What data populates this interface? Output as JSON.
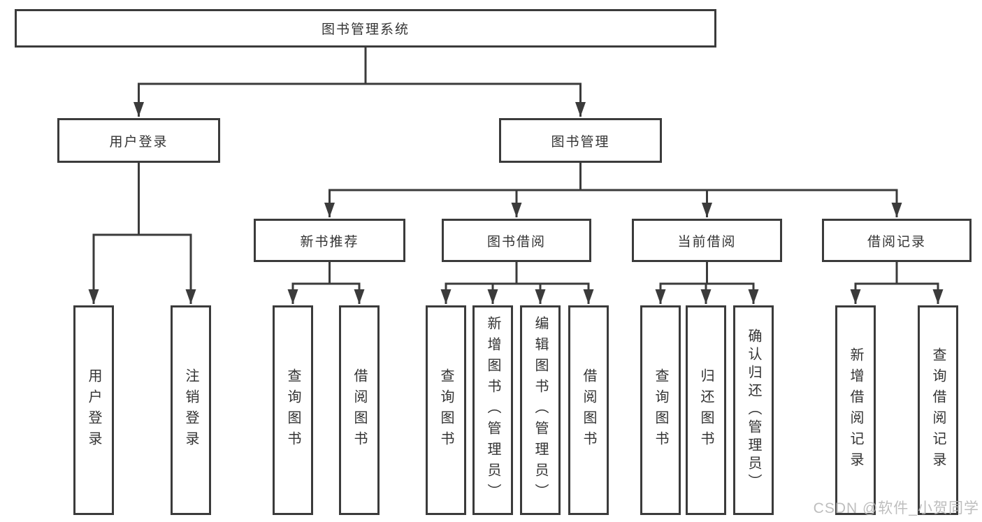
{
  "diagram": {
    "root": {
      "label": "图书管理系统"
    },
    "level2": [
      {
        "label": "用户登录"
      },
      {
        "label": "图书管理"
      }
    ],
    "level3": [
      {
        "label": "新书推荐"
      },
      {
        "label": "图书借阅"
      },
      {
        "label": "当前借阅"
      },
      {
        "label": "借阅记录"
      }
    ],
    "leaves": [
      {
        "label": "用户登录"
      },
      {
        "label": "注销登录"
      },
      {
        "label": "查询图书"
      },
      {
        "label": "借阅图书"
      },
      {
        "label": "查询图书"
      },
      {
        "label": "新增图书（管理员）"
      },
      {
        "label": "编辑图书（管理员）"
      },
      {
        "label": "借阅图书"
      },
      {
        "label": "查询图书"
      },
      {
        "label": "归还图书"
      },
      {
        "label": "确认归还（管理员）"
      },
      {
        "label": "新增借阅记录"
      },
      {
        "label": "查询借阅记录"
      }
    ]
  },
  "watermark": {
    "text": "CSDN @软件_小贺同学"
  },
  "colors": {
    "line": "#3b3b3b",
    "text": "#333333",
    "watermark": "#b7b7b7",
    "background": "#ffffff"
  }
}
